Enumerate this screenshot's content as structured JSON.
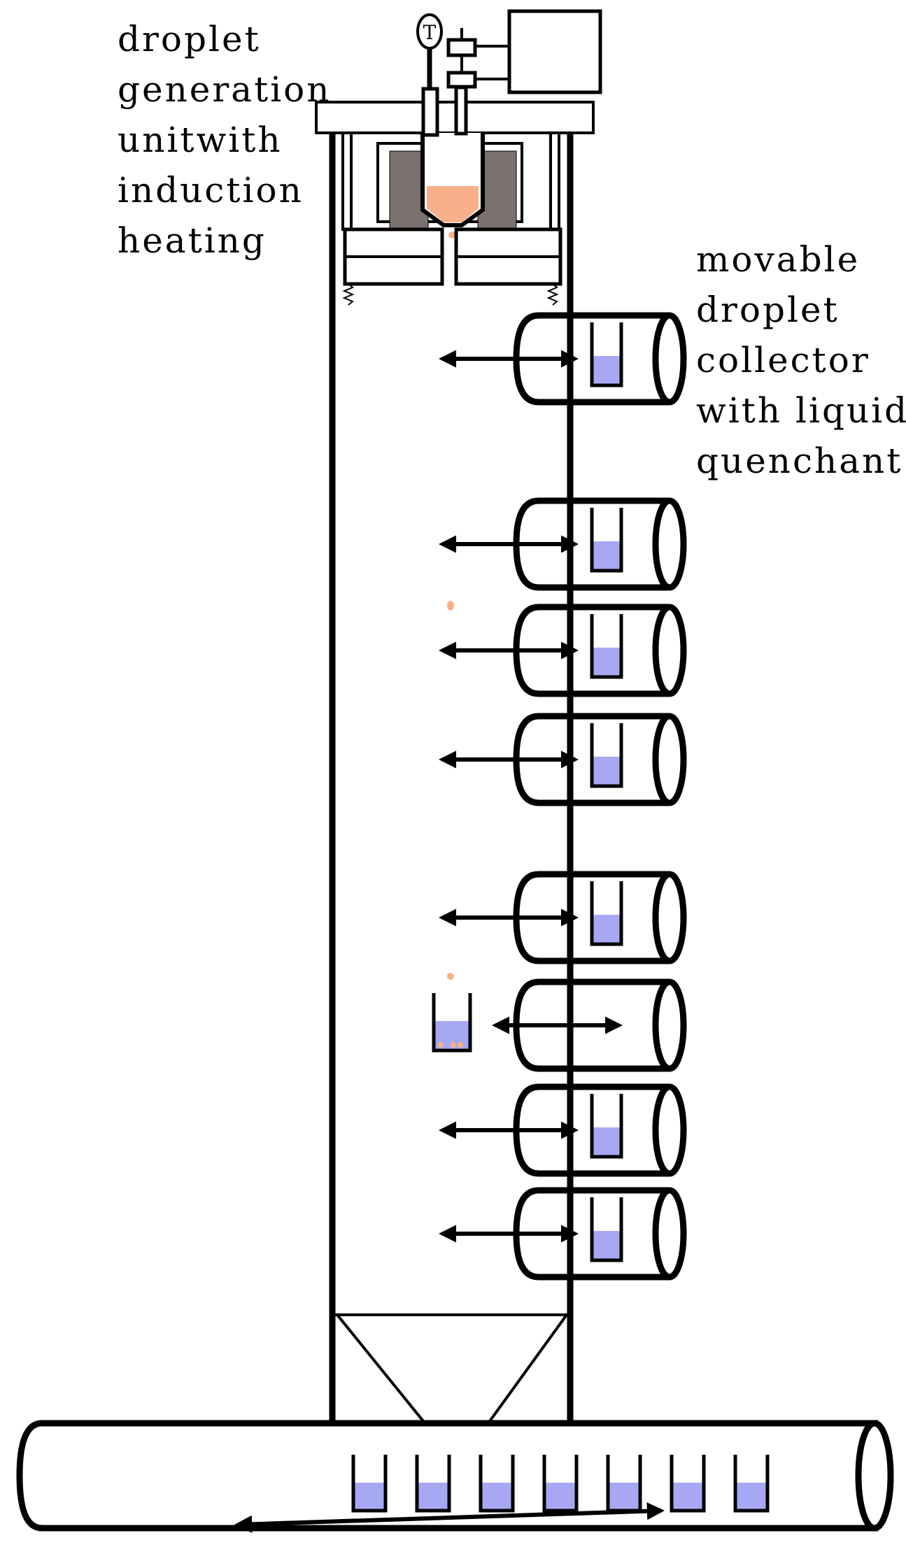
{
  "labels": {
    "generation_unit": [
      "droplet",
      "generation",
      "unitwith",
      "induction",
      "heating"
    ],
    "collector": [
      "movable",
      "droplet",
      "collector",
      "with liquid",
      "quenchant"
    ]
  },
  "gauge_label": "T",
  "colors": {
    "line": "#000000",
    "melt": "#f9b08a",
    "coil": "#7a706e",
    "quenchant": "#a7a8f4",
    "background": "#ffffff"
  },
  "collectors": [
    {
      "quenchant": true
    },
    {
      "quenchant": true
    },
    {
      "quenchant": true
    },
    {
      "quenchant": true
    },
    {
      "quenchant": true
    },
    {
      "quenchant": false
    },
    {
      "quenchant": true
    },
    {
      "quenchant": true
    }
  ],
  "bottom_beakers": 7
}
